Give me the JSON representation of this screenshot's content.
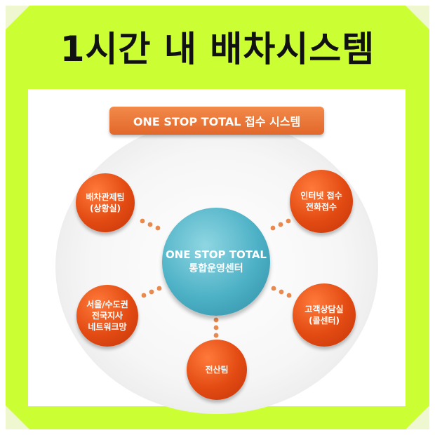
{
  "headline": "1시간 내 배차시스템",
  "banner": "ONE STOP TOTAL 접수 시스템",
  "hub": {
    "line1": "ONE STOP TOTAL",
    "line2": "통합운영센터"
  },
  "nodes": {
    "dispatch_control": [
      "배차관제팀",
      "(상황실)"
    ],
    "internet_phone": [
      "인터넷 접수",
      "전화접수"
    ],
    "seoul_network": [
      "서울/수도권",
      "전국지사",
      "네트워크망"
    ],
    "customer_call": [
      "고객상담실",
      "(콜센터)"
    ],
    "it_team": [
      "전산팀"
    ]
  },
  "colors": {
    "board": "#ccff33",
    "node_orange": "#e24a12",
    "hub_teal": "#4db1c6",
    "banner_orange": "#e96f30",
    "dots": "#e8894f"
  }
}
